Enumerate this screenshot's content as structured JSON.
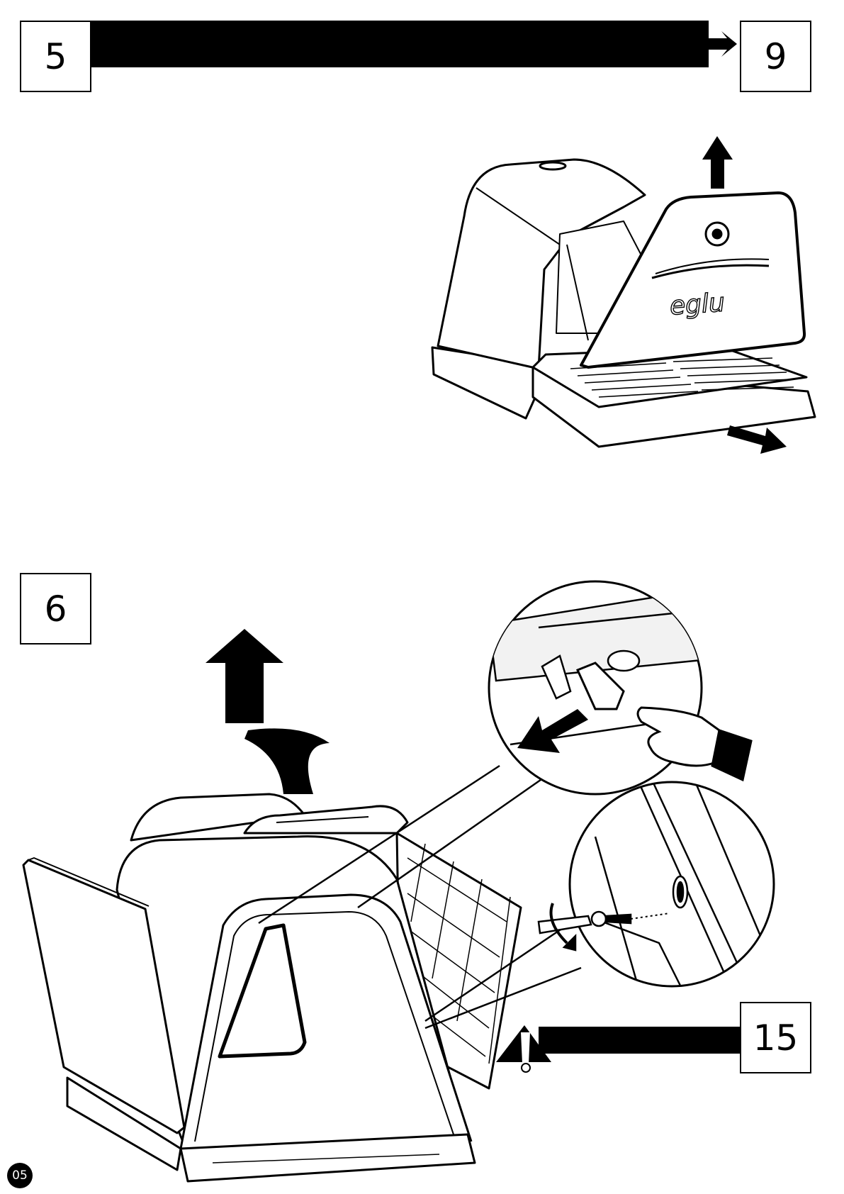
{
  "header": {
    "from_step": "5",
    "to_step": "9"
  },
  "step_six": {
    "number": "6",
    "warning_ref": "15"
  },
  "logo_text": "eglu",
  "page_number": "05",
  "icons": [
    "arrow-up-icon",
    "arrow-right-icon",
    "curved-arrow-icon",
    "pointing-hand-icon",
    "screwdriver-icon",
    "warning-icon"
  ]
}
